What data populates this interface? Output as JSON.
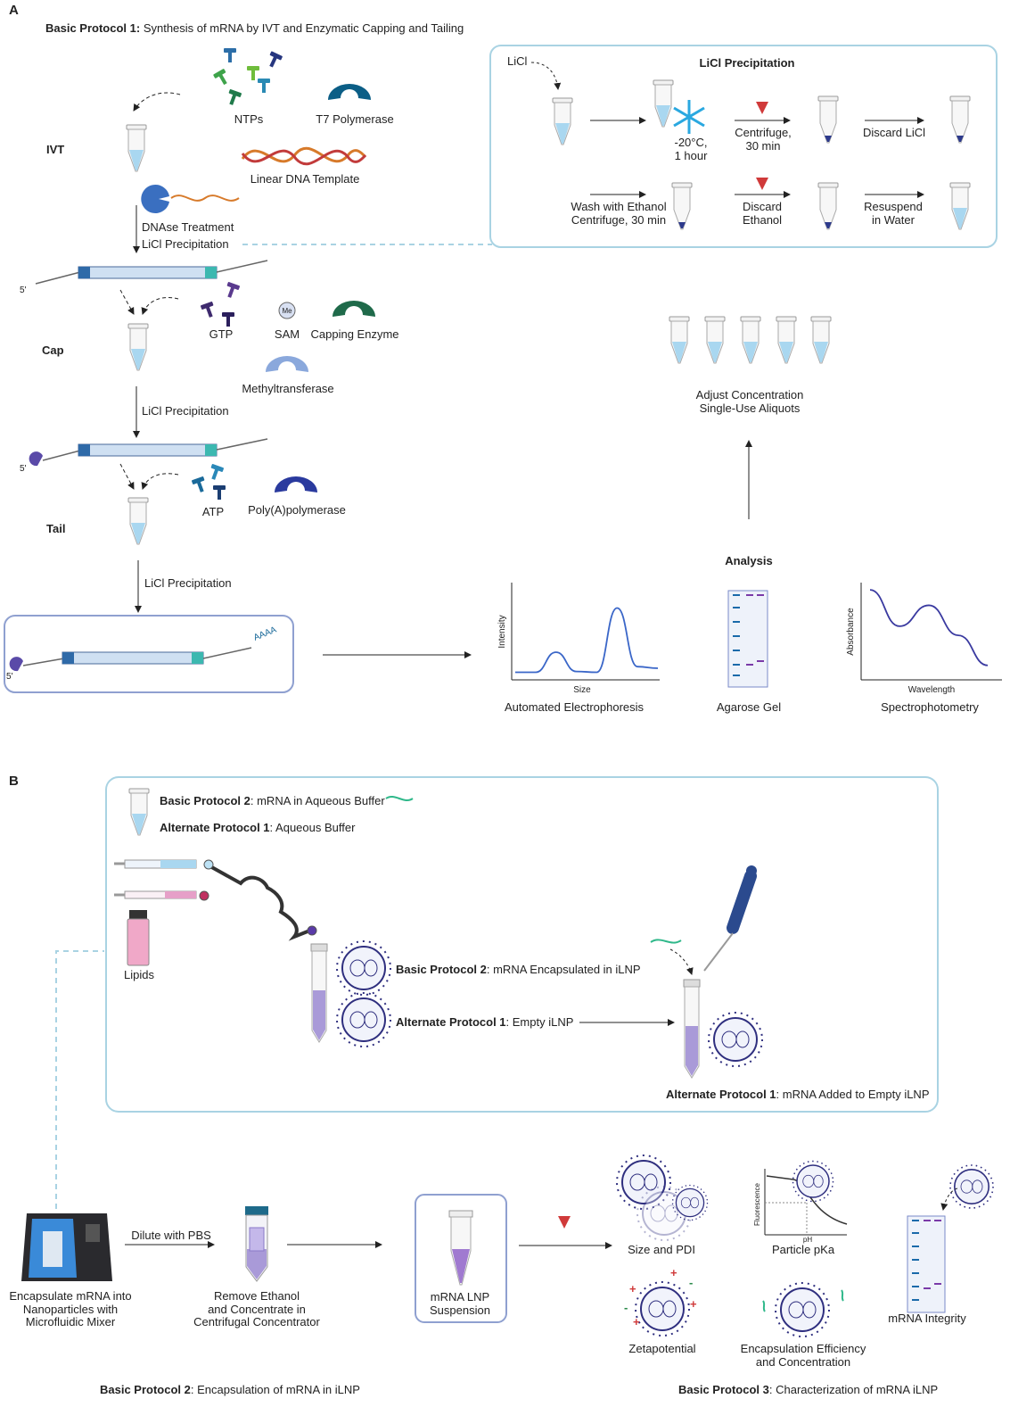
{
  "panelA": {
    "letter": "A",
    "title_bold": "Basic Protocol 1:",
    "title_rest": " Synthesis of mRNA by IVT and Enzymatic Capping and Tailing",
    "ivt_label": "IVT",
    "cap_label": "Cap",
    "tail_label": "Tail",
    "ntps": "NTPs",
    "t7": "T7 Polymerase",
    "dna_template": "Linear DNA Template",
    "dnase": "DNAse Treatment",
    "licl1": "LiCl Precipitation",
    "gtp": "GTP",
    "sam": "SAM",
    "me": "Me",
    "capping_enzyme": "Capping Enzyme",
    "methyltransferase": "Methyltransferase",
    "licl2": "LiCl Precipitation",
    "atp": "ATP",
    "polya": "Poly(A)polymerase",
    "licl3": "LiCl Precipitation",
    "five_prime": "5'",
    "aaaa": "AAAA",
    "licl_box": {
      "title": "LiCl Precipitation",
      "licl": "LiCl",
      "temp": "-20°C,",
      "hour": "1 hour",
      "centrifuge": "Centrifuge,",
      "centrifuge_time": "30 min",
      "discard_licl": "Discard LiCl",
      "wash1": "Wash with Ethanol",
      "wash2": "Centrifuge, 30 min",
      "discard_eth1": "Discard",
      "discard_eth2": "Ethanol",
      "resuspend1": "Resuspend",
      "resuspend2": "in Water"
    },
    "adjust1": "Adjust Concentration",
    "adjust2": "Single-Use Aliquots",
    "analysis": "Analysis",
    "intensity": "Intensity",
    "size": "Size",
    "auto_electro": "Automated Electrophoresis",
    "agarose": "Agarose Gel",
    "absorbance": "Absorbance",
    "wavelength": "Wavelength",
    "spectro": "Spectrophotometry"
  },
  "panelB": {
    "letter": "B",
    "bp2_bold": "Basic Protocol 2",
    "bp2_rest": ": mRNA in Aqueous Buffer",
    "ap1_bold": "Alternate Protocol 1",
    "ap1_rest": ": Aqueous Buffer",
    "lipids": "Lipids",
    "bp2_enc_rest": ": mRNA Encapsulated in iLNP",
    "ap1_empty_rest": ": Empty iLNP",
    "ap1_added_rest": ": mRNA Added to Empty iLNP",
    "encapsulate1": "Encapsulate mRNA into",
    "encapsulate2": "Nanoparticles with",
    "encapsulate3": "Microfluidic Mixer",
    "dilute": "Dilute with PBS",
    "remove1": "Remove Ethanol",
    "remove2": "and Concentrate in",
    "remove3": "Centrifugal Concentrator",
    "lnp1": "mRNA LNP",
    "lnp2": "Suspension",
    "size_pdi": "Size and PDI",
    "pka": "Particle pKa",
    "fluorescence": "Fluorescence",
    "ph": "pH",
    "integrity": "mRNA Integrity",
    "zeta": "Zetapotential",
    "encap_eff1": "Encapsulation Efficiency",
    "encap_eff2": "and Concentration",
    "footer_left_bold": "Basic Protocol 2",
    "footer_left_rest": ": Encapsulation of mRNA in iLNP",
    "footer_right_bold": "Basic Protocol 3",
    "footer_right_rest": ": Characterization of mRNA iLNP"
  },
  "chart_data": [
    {
      "type": "line",
      "title": "Automated Electrophoresis",
      "xlabel": "Size",
      "ylabel": "Intensity",
      "series": [
        {
          "values": [
            0.05,
            0.05,
            0.3,
            0.06,
            0.05,
            0.85,
            0.12,
            0.1
          ]
        }
      ]
    },
    {
      "type": "line",
      "title": "Spectrophotometry",
      "xlabel": "Wavelength",
      "ylabel": "Absorbance",
      "series": [
        {
          "values": [
            0.95,
            0.55,
            0.78,
            0.45,
            0.12
          ]
        }
      ]
    }
  ],
  "colors": {
    "box_border": "#a9d3e3",
    "purple": "#3a2e8f",
    "rna": "#d77a2a",
    "red": "#d03a3a",
    "tube_fill": "#a9d7f0"
  }
}
